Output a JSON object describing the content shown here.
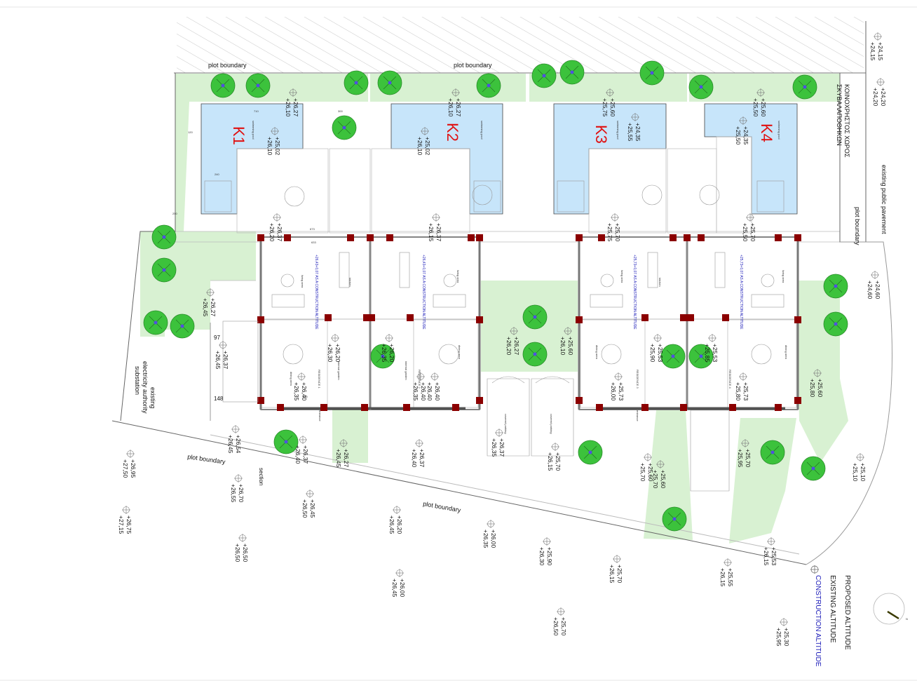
{
  "plot_boundary_labels": [
    "plot boundary",
    "plot boundary",
    "plot boundary",
    "plot boundary",
    "plot boundary"
  ],
  "units": [
    {
      "label": "K1",
      "residence": "RESIDENCE 1"
    },
    {
      "label": "K2",
      "residence": "RESIDENCE 2"
    },
    {
      "label": "K3",
      "residence": "RESIDENCE 3"
    },
    {
      "label": "K4",
      "residence": "RESIDENCE 4"
    }
  ],
  "construction_altitude_note": "+26,43+0,07 AS A CONSTRUCTION ALTITUDE",
  "construction_altitude_note_right": "+25,73+0,07 AS A CONSTRUCTION ALTITUDE",
  "common_area_label": [
    "ΚΟΙΝΟΧΡΗΣΤΟΣ ΧΩΡΟΣ",
    "ΣΚΥΒΑΛΑΠΟΘΗΚΩΝ"
  ],
  "existing_public_pavement": "existing public pavement",
  "substation_label": [
    "existing",
    "electricity authority",
    "substation"
  ],
  "section_label": "section",
  "room_labels": {
    "swimming_pool": "swimming pool",
    "living_area": "living area",
    "dining_area": "dining area",
    "kitchen": "kitchen",
    "internal_garden": "internal garden",
    "entrance": "entrance",
    "covered_parking": "covered parking"
  },
  "dim_labels": [
    "633",
    "673",
    "120",
    "300",
    "240",
    "250",
    "430",
    "710",
    "148",
    "97"
  ],
  "legend": [
    {
      "text": "PROPOSED ALTITUDE",
      "color": "#111111"
    },
    {
      "text": "EXISTING ALTITUDE",
      "color": "#111111"
    },
    {
      "text": "CONSTRUCTION ALTITUDE",
      "color": "#1a1ab8"
    }
  ],
  "colors": {
    "garden": "#d8f1d2",
    "tree": "#3cc23c",
    "pool": "#c7e5fa",
    "column": "#8b0000",
    "unit_label": "#e01010",
    "construction_text": "#1a1ab8"
  },
  "elevation_markers": [
    {
      "top": "+24,15",
      "bottom": "+24,15"
    },
    {
      "top": "+24,20",
      "bottom": "+24,20"
    },
    {
      "top": "+26,27",
      "bottom": "+26,10"
    },
    {
      "top": "+25,02",
      "bottom": "+26,10"
    },
    {
      "top": "+26,27",
      "bottom": "+26,10"
    },
    {
      "top": "+25,02",
      "bottom": "+26,10"
    },
    {
      "top": "+25,60",
      "bottom": "+25,75"
    },
    {
      "top": "+24,35",
      "bottom": "+25,55"
    },
    {
      "top": "+25,60",
      "bottom": "+25,50"
    },
    {
      "top": "+24,35",
      "bottom": "+25,50"
    },
    {
      "top": "+26,37",
      "bottom": "+26,20"
    },
    {
      "top": "+26,37",
      "bottom": "+26,15"
    },
    {
      "top": "+25,70",
      "bottom": "+25,75"
    },
    {
      "top": "+25,70",
      "bottom": "+25,50"
    },
    {
      "top": "+24,60",
      "bottom": "+24,60"
    },
    {
      "top": "+26,27",
      "bottom": "+26,45"
    },
    {
      "top": "+26,27",
      "bottom": "+26,20"
    },
    {
      "top": "+25,60",
      "bottom": "+26,10"
    },
    {
      "top": "+26,37",
      "bottom": "+26,45"
    },
    {
      "top": "+26,20",
      "bottom": "+26,30"
    },
    {
      "top": "+26,20",
      "bottom": "+26,35"
    },
    {
      "top": "+25,53",
      "bottom": "+25,90"
    },
    {
      "top": "+25,53",
      "bottom": "+25,85"
    },
    {
      "top": "+26,40",
      "bottom": "+26,35"
    },
    {
      "top": "+26,40",
      "bottom": "+26,35"
    },
    {
      "top": "+26,40",
      "bottom": "+26,40"
    },
    {
      "top": "+25,73",
      "bottom": "+26,00"
    },
    {
      "top": "+25,73",
      "bottom": "+25,80"
    },
    {
      "top": "+25,60",
      "bottom": "+25,80"
    },
    {
      "top": "+26,54",
      "bottom": "+26,45"
    },
    {
      "top": "+26,37",
      "bottom": "+26,40"
    },
    {
      "top": "+26,27",
      "bottom": "+26,45"
    },
    {
      "top": "+26,37",
      "bottom": "+26,40"
    },
    {
      "top": "+26,37",
      "bottom": "+26,35"
    },
    {
      "top": "+25,70",
      "bottom": "+26,15"
    },
    {
      "top": "+25,60",
      "bottom": "+25,70"
    },
    {
      "top": "+25,60",
      "bottom": "+25,70"
    },
    {
      "top": "+25,70",
      "bottom": "+25,95"
    },
    {
      "top": "+25,10",
      "bottom": "+25,10"
    },
    {
      "top": "+26,95",
      "bottom": "+27,50"
    },
    {
      "top": "+26,70",
      "bottom": "+26,55"
    },
    {
      "top": "+26,45",
      "bottom": "+26,50"
    },
    {
      "top": "+26,20",
      "bottom": "+26,45"
    },
    {
      "top": "+26,00",
      "bottom": "+26,35"
    },
    {
      "top": "+25,90",
      "bottom": "+26,30"
    },
    {
      "top": "+25,70",
      "bottom": "+26,15"
    },
    {
      "top": "+25,55",
      "bottom": "+26,15"
    },
    {
      "top": "+25,53",
      "bottom": "+26,15"
    },
    {
      "top": "+26,75",
      "bottom": "+27,15"
    },
    {
      "top": "+26,50",
      "bottom": "+26,50"
    },
    {
      "top": "+26,00",
      "bottom": "+26,45"
    },
    {
      "top": "+25,70",
      "bottom": "+26,50"
    },
    {
      "top": "+25,30",
      "bottom": "+25,95"
    }
  ]
}
